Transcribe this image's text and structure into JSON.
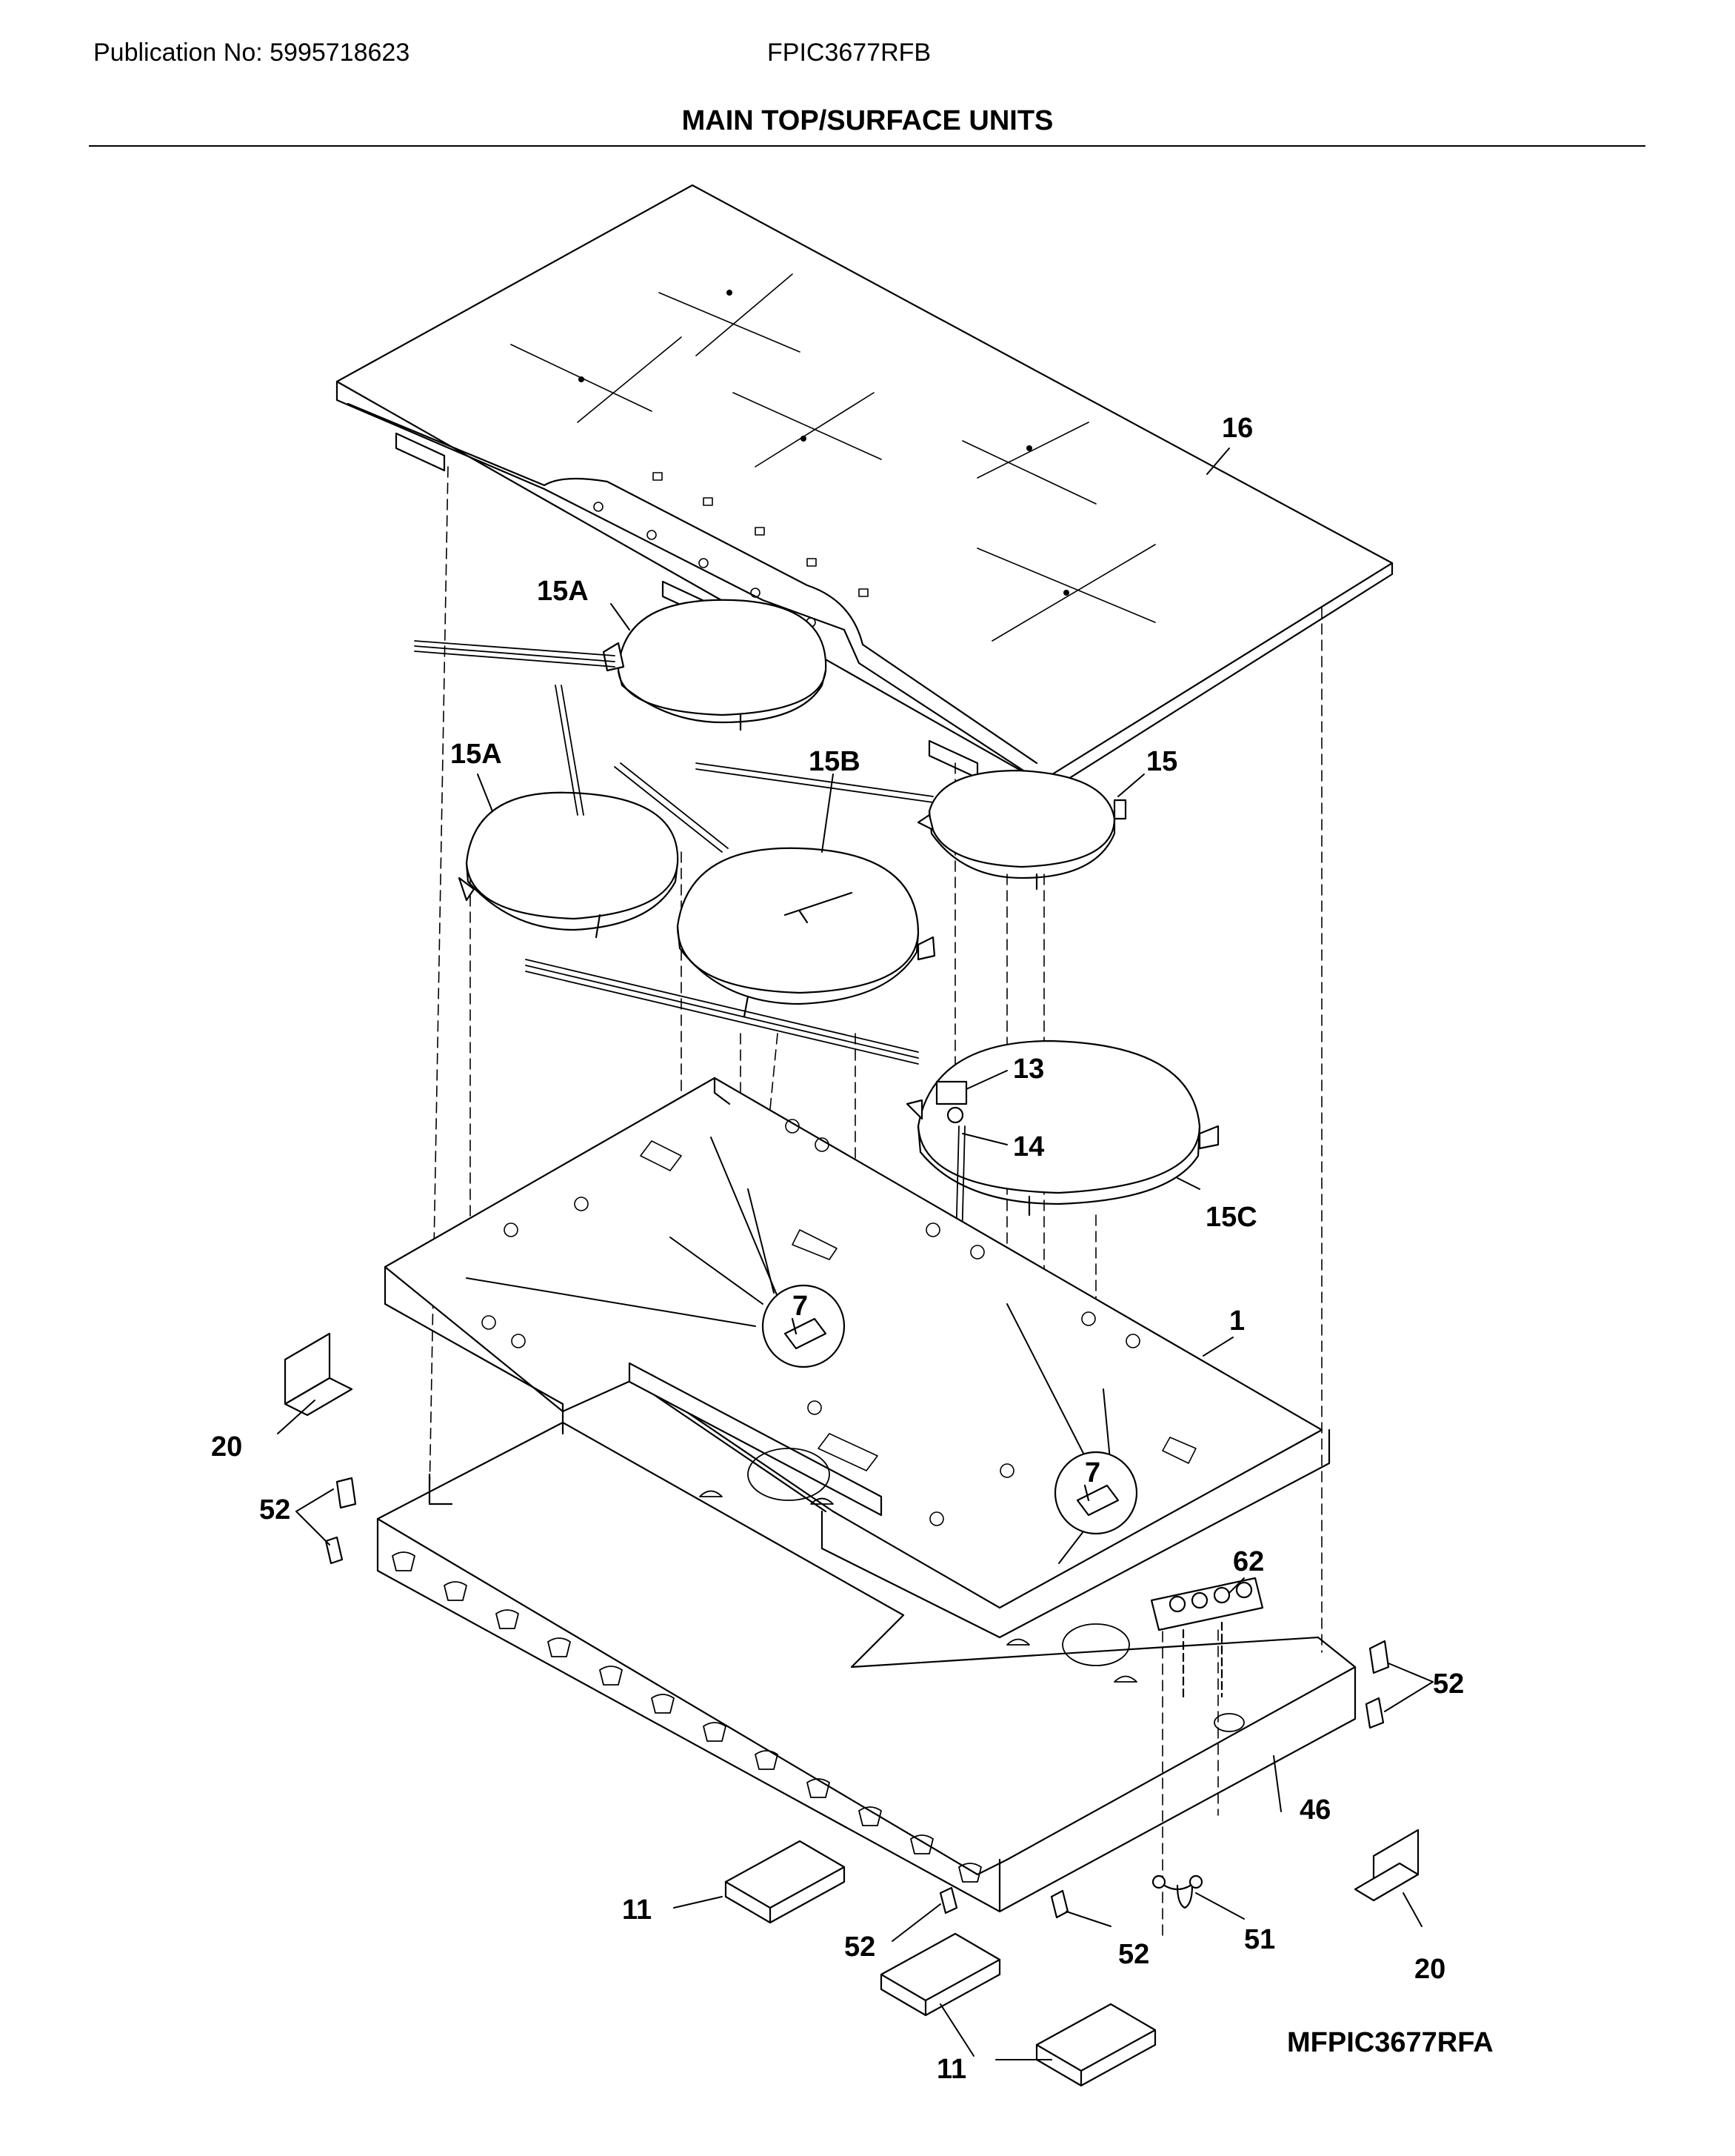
{
  "header": {
    "publication": "Publication No: 5995718623",
    "model": "FPIC3677RFB",
    "title": "MAIN TOP/SURFACE UNITS"
  },
  "callouts": {
    "c16": "16",
    "c15a_top": "15A",
    "c15a_left": "15A",
    "c15b": "15B",
    "c15": "15",
    "c13": "13",
    "c14": "14",
    "c15c": "15C",
    "c7_left": "7",
    "c7_right": "7",
    "c1": "1",
    "c20_left": "20",
    "c52_left": "52",
    "c62": "62",
    "c52_right": "52",
    "c46": "46",
    "c11_left": "11",
    "c52_bottom_left": "52",
    "c52_bottom_mid": "52",
    "c51": "51",
    "c20_right": "20",
    "c11_bottom": "11"
  },
  "drawing_code": "MFPIC3677RFA"
}
